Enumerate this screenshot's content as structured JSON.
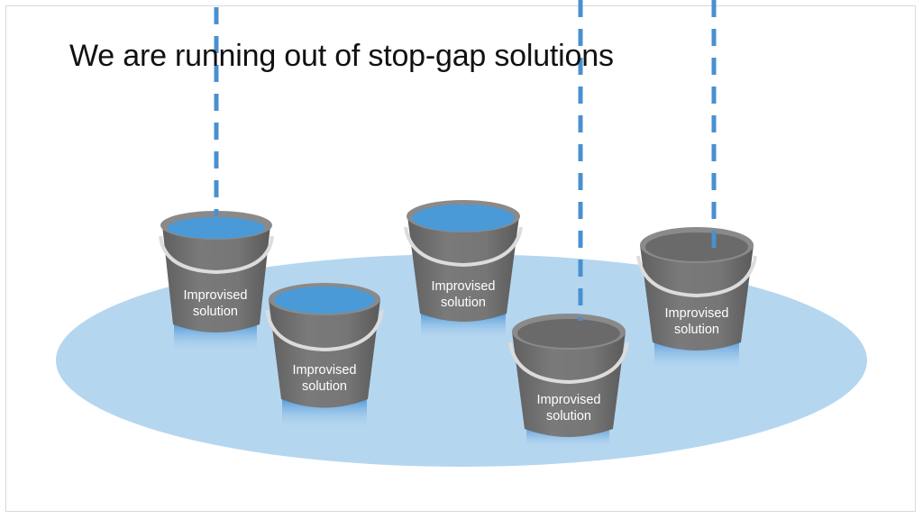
{
  "slide": {
    "title": "We are running out of stop-gap solutions"
  },
  "colors": {
    "puddle": "#b5d6ef",
    "water": "#4a9ad8",
    "drip": "#4a90d0",
    "bucket_body": "#737373",
    "bucket_rim": "#8a8a8a",
    "handle": "#dcdcdc",
    "label_text": "#ffffff"
  },
  "buckets": [
    {
      "label": "Improvised\nsolution",
      "state": "full",
      "drip": true
    },
    {
      "label": "Improvised\nsolution",
      "state": "full",
      "drip": false
    },
    {
      "label": "Improvised\nsolution",
      "state": "full",
      "drip": false
    },
    {
      "label": "Improvised\nsolution",
      "state": "empty",
      "drip": true
    },
    {
      "label": "Improvised\nsolution",
      "state": "empty",
      "drip": true
    }
  ]
}
